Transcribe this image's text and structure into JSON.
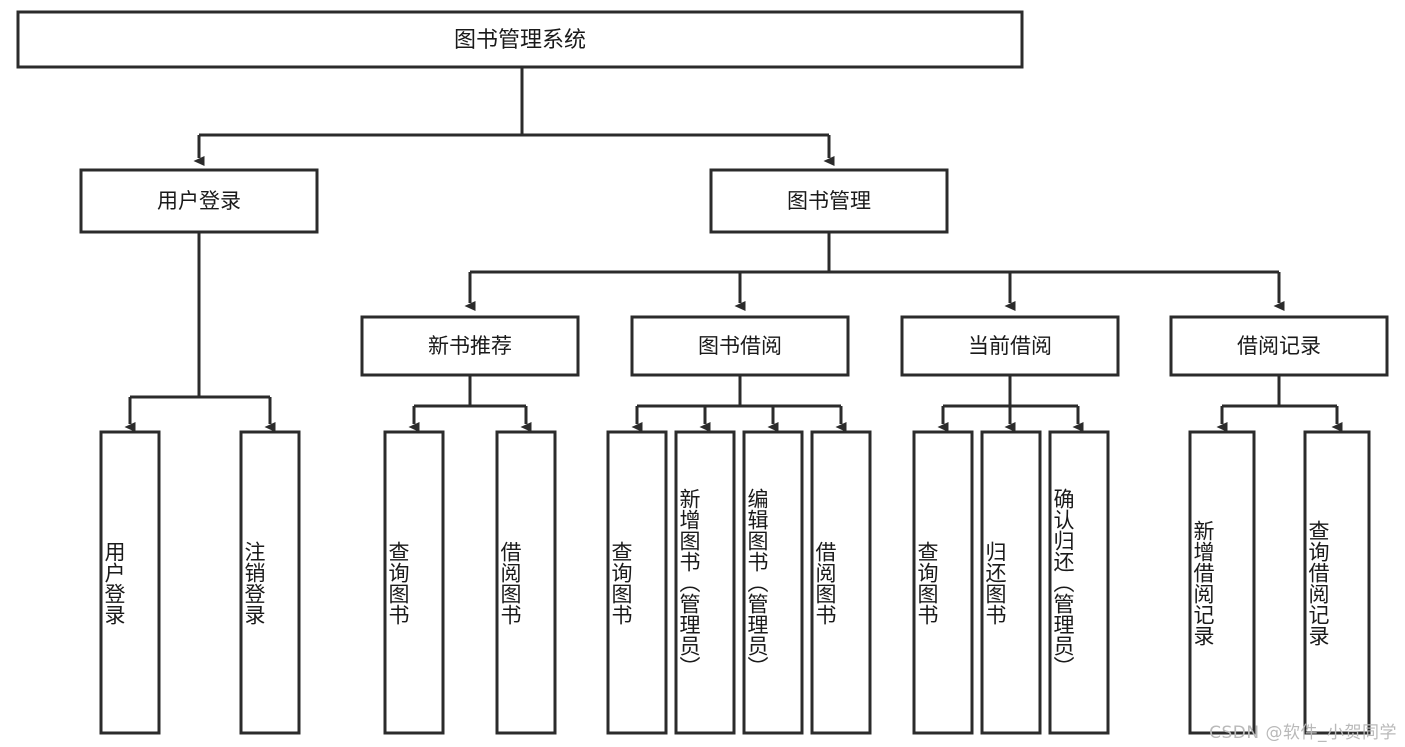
{
  "diagram": {
    "type": "tree-hierarchy",
    "title": "图书管理系统",
    "watermark": "CSDN @软件_小贺同学",
    "colors": {
      "background": "#ffffff",
      "stroke": "#2b2b2b",
      "text": "#1a1a1a",
      "watermark": "#b9b9b9"
    },
    "root": {
      "label": "图书管理系统"
    },
    "level2": [
      {
        "label": "用户登录"
      },
      {
        "label": "图书管理"
      }
    ],
    "level3": [
      {
        "label": "新书推荐"
      },
      {
        "label": "图书借阅"
      },
      {
        "label": "当前借阅"
      },
      {
        "label": "借阅记录"
      }
    ],
    "leaves": {
      "user_login": [
        {
          "label": "用户登录"
        },
        {
          "label": "注销登录"
        }
      ],
      "new_book_recommend": [
        {
          "label": "查询图书"
        },
        {
          "label": "借阅图书"
        }
      ],
      "book_borrow": [
        {
          "label": "查询图书"
        },
        {
          "label": "新增图书（管理员）"
        },
        {
          "label": "编辑图书（管理员）"
        },
        {
          "label": "借阅图书"
        }
      ],
      "current_borrow": [
        {
          "label": "查询图书"
        },
        {
          "label": "归还图书"
        },
        {
          "label": "确认归还（管理员）"
        }
      ],
      "borrow_record": [
        {
          "label": "新增借阅记录"
        },
        {
          "label": "查询借阅记录"
        }
      ]
    }
  }
}
